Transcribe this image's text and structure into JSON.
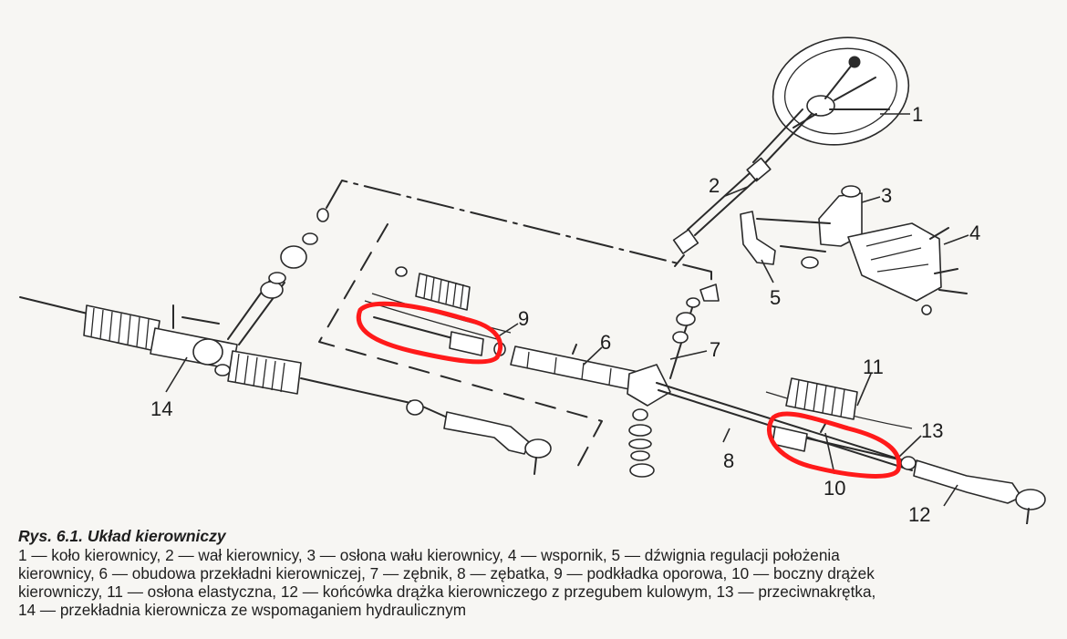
{
  "diagram": {
    "labels": [
      "1",
      "2",
      "3",
      "4",
      "5",
      "6",
      "7",
      "8",
      "9",
      "10",
      "11",
      "12",
      "13",
      "14"
    ],
    "highlight_color": "#ff1a1a"
  },
  "caption": {
    "title": "Rys. 6.1. Układ kierowniczy",
    "lines": [
      "1 — koło kierownicy, 2 — wał kierownicy, 3 — osłona wału kierownicy, 4 — wspornik, 5 — dźwignia regulacji położenia",
      "kierownicy, 6 — obudowa przekładni kierowniczej, 7 — zębnik, 8 — zębatka, 9 — podkładka oporowa, 10 — boczny drążek",
      "kierowniczy, 11 — osłona elastyczna, 12 — końcówka drążka kierowniczego z przegubem kulowym, 13 — przeciwnakrętka,",
      "14 — przekładnia kierownicza ze wspomaganiem hydraulicznym"
    ]
  }
}
